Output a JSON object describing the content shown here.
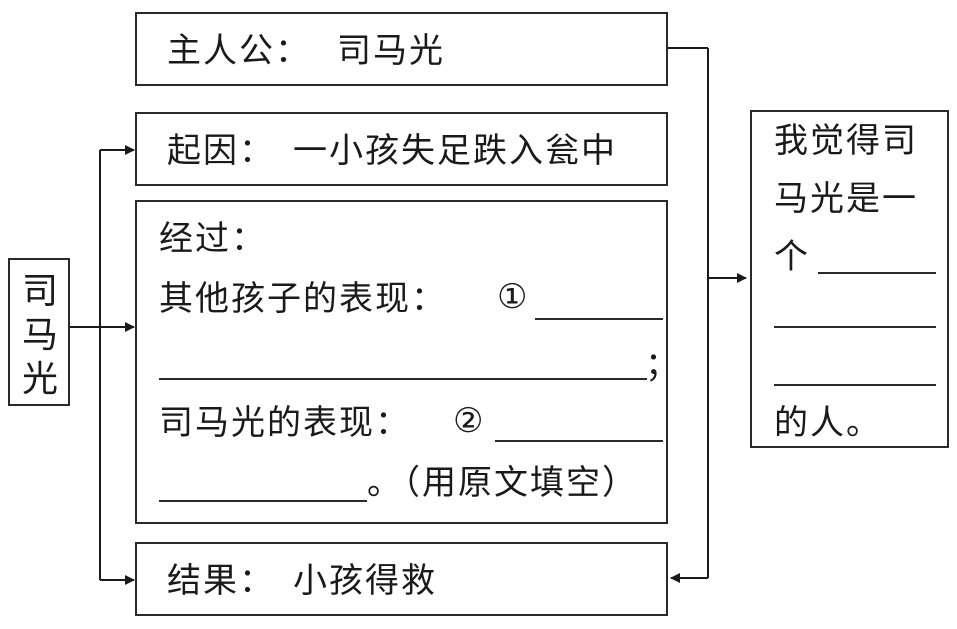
{
  "left_box": {
    "chars": [
      "司",
      "马",
      "光"
    ]
  },
  "protagonist": {
    "label": "主人公：",
    "value": "司马光"
  },
  "cause": {
    "label": "起因：",
    "value": "一小孩失足跌入瓮中"
  },
  "process": {
    "label": "经过：",
    "others_label": "其他孩子的表现：",
    "others_marker": "①",
    "semicolon": "；",
    "sima_label": "司马光的表现：",
    "sima_marker": "②",
    "note": "。（用原文填空）"
  },
  "result": {
    "label": "结果：",
    "value": "小孩得救"
  },
  "opinion": {
    "line1": "我觉得司",
    "line2": "马光是一",
    "line3_prefix": "个",
    "line_end": "的人。"
  }
}
